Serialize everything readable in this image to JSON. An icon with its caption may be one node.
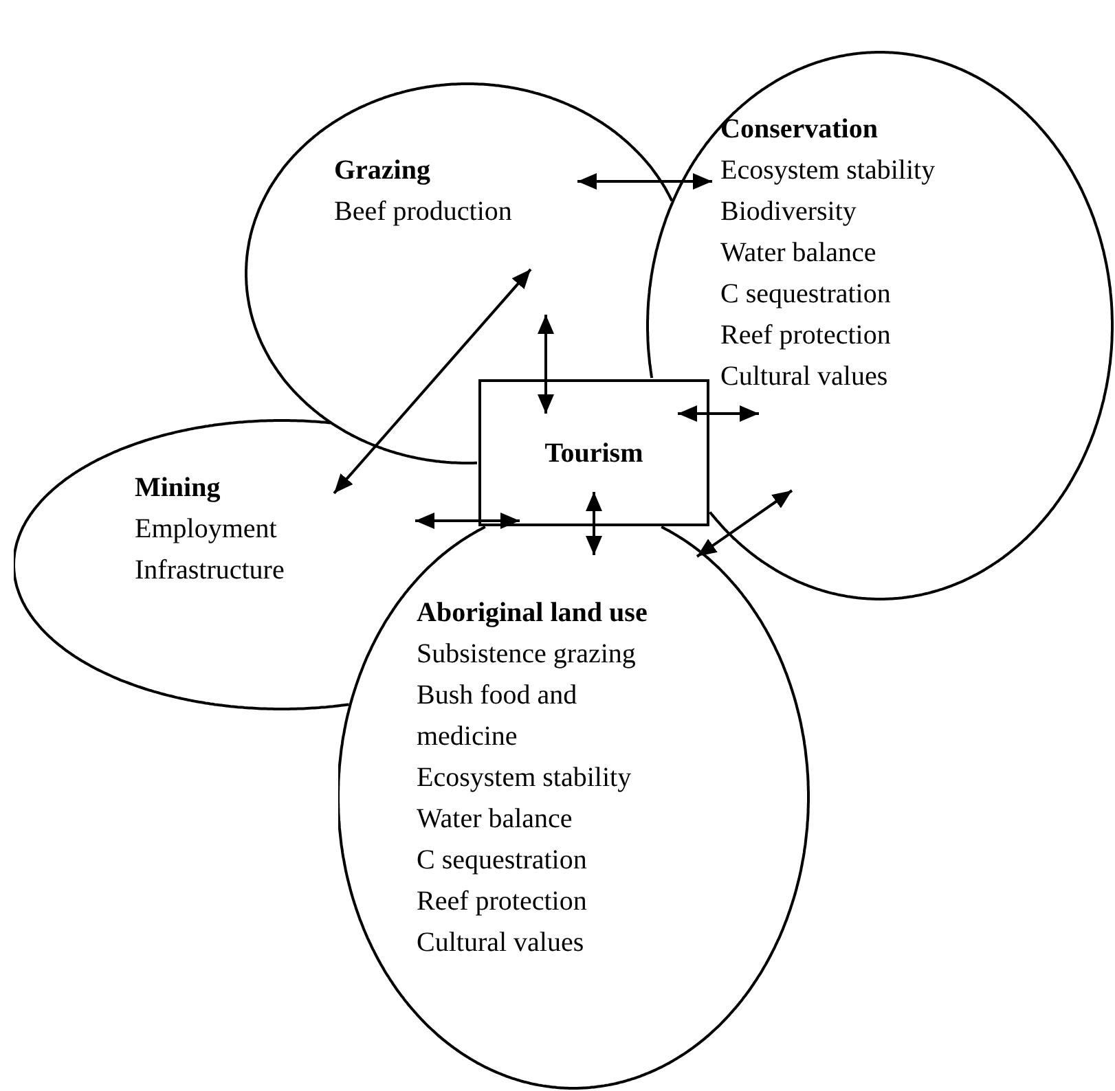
{
  "diagram": {
    "nodes": [
      {
        "text": [
          "Grazing",
          "Beef production"
        ]
      },
      {
        "text": [
          "Conservation",
          "Ecosystem stability",
          "Biodiversity",
          "Water balance",
          "C sequestration",
          "Reef protection",
          "Cultural values"
        ]
      },
      {
        "text": [
          "Tourism"
        ]
      },
      {
        "text": [
          "Mining",
          "Employment",
          "Infrastructure"
        ]
      },
      {
        "text": [
          "Aboriginal land use",
          "Subsistence grazing",
          "Bush food and medicine",
          "Ecosystem stability",
          "Water balance",
          "C sequestration",
          "Reef protection",
          "Cultural values"
        ]
      }
    ],
    "edges": [
      {
        "from": 0,
        "to": 1,
        "arrow": "both"
      },
      {
        "from": 0,
        "to": 3,
        "arrow": "both"
      },
      {
        "from": 0,
        "to": 2,
        "arrow": "both"
      },
      {
        "from": 2,
        "to": 1,
        "arrow": "both"
      },
      {
        "from": 3,
        "to": 2,
        "arrow": "both"
      },
      {
        "from": 2,
        "to": 4,
        "arrow": "both"
      },
      {
        "from": 4,
        "to": 1,
        "arrow": "both"
      }
    ]
  }
}
